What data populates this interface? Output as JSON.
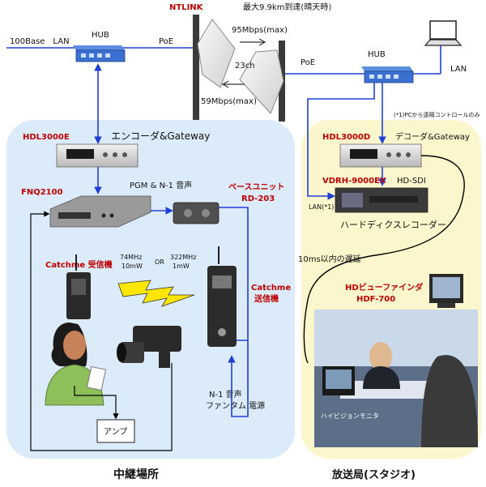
{
  "colors": {
    "link_blue": "#1f3fd6",
    "panel_blue": "#dcebf9",
    "panel_yellow": "#fbf6cc",
    "label_red": "#c00000",
    "black_line": "#000000"
  },
  "top": {
    "lan_left": "100Base　LAN",
    "hub_left": "HUB",
    "poe_left": "PoE",
    "ntlink": "NTLINK",
    "distance_note": "最大9.9km到達(晴天時)",
    "speed_up": "95Mbps(max)",
    "channel": "23ch",
    "speed_down": "59Mbps(max)",
    "poe_right": "PoE",
    "hub_right": "HUB",
    "lan_right": "LAN"
  },
  "relay": {
    "encoder_model": "HDL3000E",
    "encoder_desc": "エンコーダ&Gateway",
    "fnq_model": "FNQ2100",
    "pgm_label": "PGM & N-1 音声",
    "base_unit_title": "ベースユニット",
    "base_unit_model": "RD-203",
    "receiver_label": "Catchme 受信機",
    "freq1_top": "74MHz",
    "freq1_bottom": "10mW",
    "or_label": "OR",
    "freq2_top": "322MHz",
    "freq2_bottom": "1mW",
    "transmitter_line1": "Catchme",
    "transmitter_line2": "送信機",
    "n1_line1": "N-1 音声",
    "n1_line2": "ファンタム 電源",
    "amp_label": "アンプ",
    "site_title": "中継場所"
  },
  "studio": {
    "remote_note": "(*1)PCから遠隔コントロールのみ",
    "decoder_model": "HDL3000D",
    "decoder_desc": "デコーダ&Gateway",
    "recorder_model": "VDRH-9000EX",
    "hdsdi_label": "HD-SDI",
    "lan_star": "LAN(*1)",
    "recorder_desc": "ハードディクスレコーダー",
    "delay_note": "10ms以内の遅延",
    "viewfinder_title": "HDビューファインダ",
    "viewfinder_model": "HDF-700",
    "monitor_label": "ハイビジョンモニタ",
    "site_title": "放送局(スタジオ)"
  }
}
